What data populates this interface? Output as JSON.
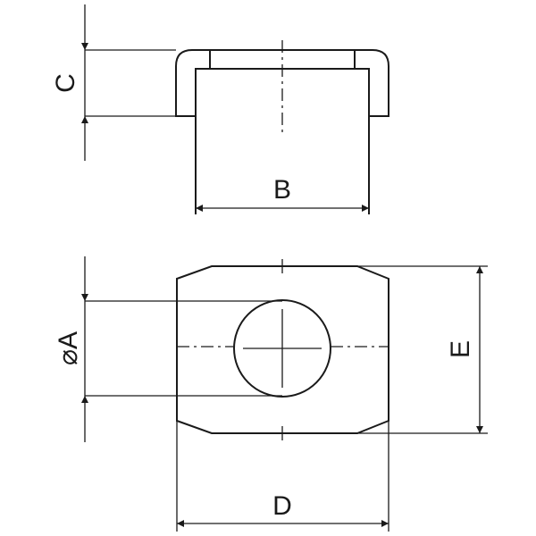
{
  "drawing": {
    "dimensions": {
      "a": "⌀A",
      "b": "B",
      "c": "C",
      "d": "D",
      "e": "E"
    },
    "color": "#1a1a1a"
  }
}
